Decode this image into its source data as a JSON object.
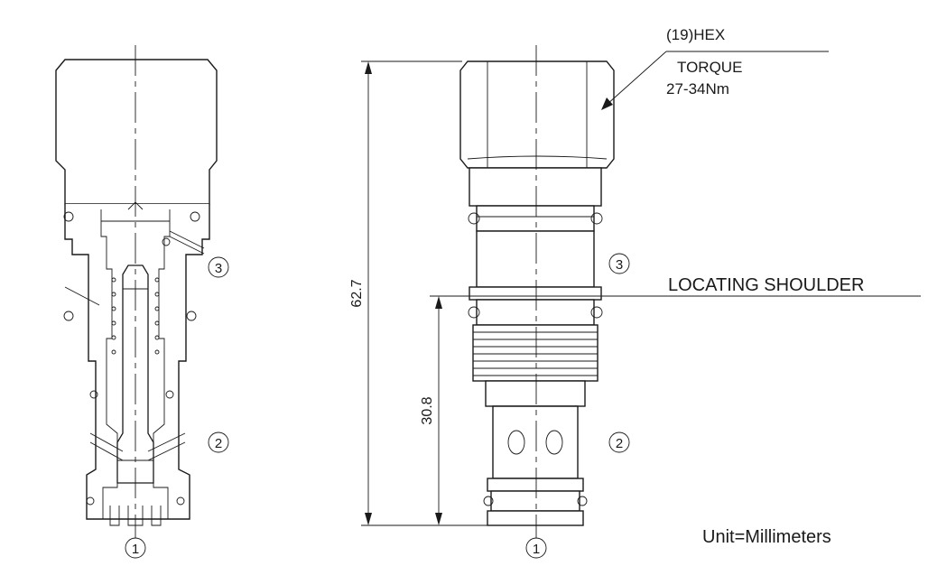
{
  "annotations": {
    "hex": "(19)HEX",
    "torque_label": "TORQUE",
    "torque_value": "27-34Nm",
    "locating_shoulder": "LOCATING SHOULDER",
    "unit": "Unit=Millimeters"
  },
  "dimensions": {
    "overall_length": "62.7",
    "shoulder_to_end": "30.8"
  },
  "ports": {
    "port_1": "1",
    "port_2": "2",
    "port_3": "3"
  }
}
